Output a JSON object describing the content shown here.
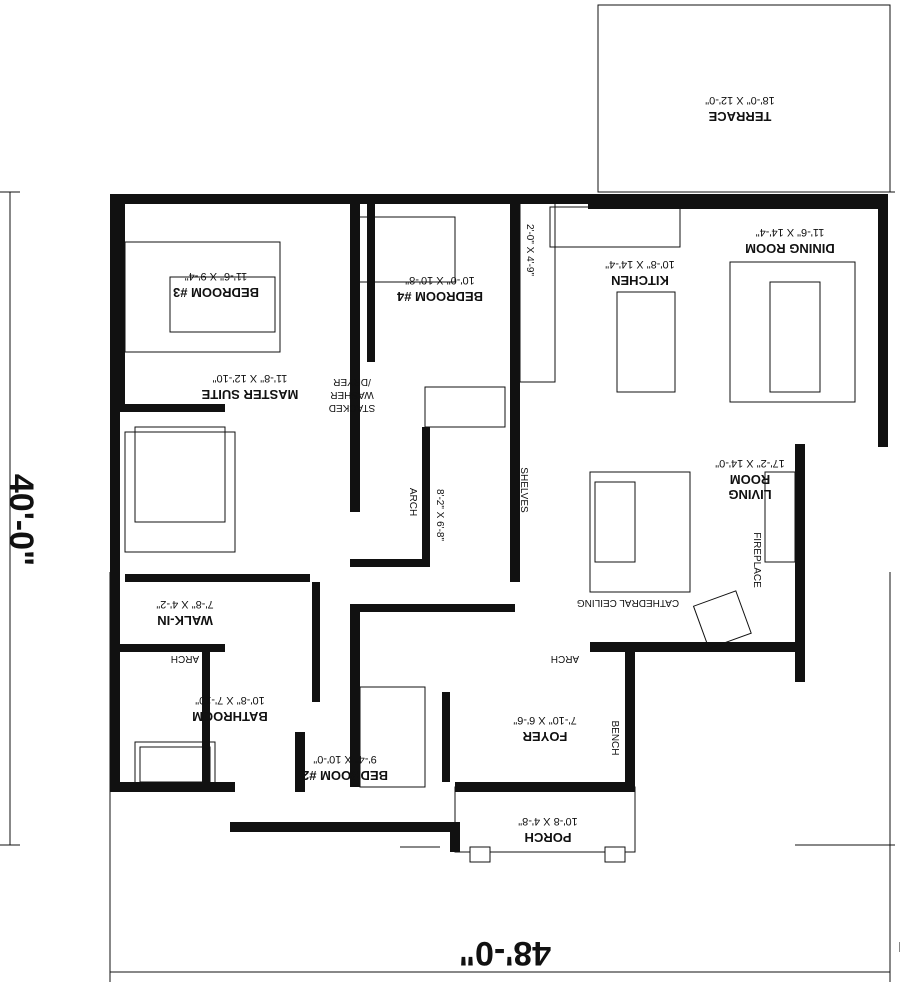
{
  "plan": {
    "overall_width": "48'-0\"",
    "overall_depth": "40'-0\"",
    "rooms": {
      "terrace": {
        "name": "TERRACE",
        "size": "18'-0\" X 12'-0\""
      },
      "dining": {
        "name": "DINING ROOM",
        "size": "11'-6\" X 14'-4\""
      },
      "kitchen": {
        "name": "KITCHEN",
        "size": "10'-8\" X 14'-4\""
      },
      "bedroom4": {
        "name": "BEDROOM #4",
        "size": "10'-0\" X 10'-8\""
      },
      "bedroom3": {
        "name": "BEDROOM #3",
        "size": "11'-6\" X 9'-4\""
      },
      "master": {
        "name": "MASTER SUITE",
        "size": "11'-8\" X 12'-10\""
      },
      "living": {
        "name_line1": "LIVING",
        "name_line2": "ROOM",
        "size": "17'-2\" X 14'-0\""
      },
      "walkin": {
        "name": "WALK-IN",
        "size": "7'-8\" X 4'-2\""
      },
      "bathroom": {
        "name": "BATHROOM",
        "size": "10'-8\" X 7'-10\""
      },
      "bedroom2": {
        "name": "BEDROOM #2",
        "size": "9'-4\" X 10'-0\""
      },
      "foyer": {
        "name": "FOYER",
        "size": "7'-10\" X 6'-6\""
      },
      "porch": {
        "name": "PORCH",
        "size": "10'-8 X 4'-8\""
      }
    },
    "notes": {
      "stacked_1": "STACKED",
      "stacked_2": "WASHER",
      "stacked_3": "/DRYER",
      "pantry": "2'-0\" X 4'-9\"",
      "shower_room": "8'-2\" X 6'-8\"",
      "shelves": "SHELVES",
      "arch": "ARCH",
      "fireplace": "FIREPLACE",
      "cathedral": "CATHEDRAL CEILING",
      "bench": "BENCH"
    }
  }
}
